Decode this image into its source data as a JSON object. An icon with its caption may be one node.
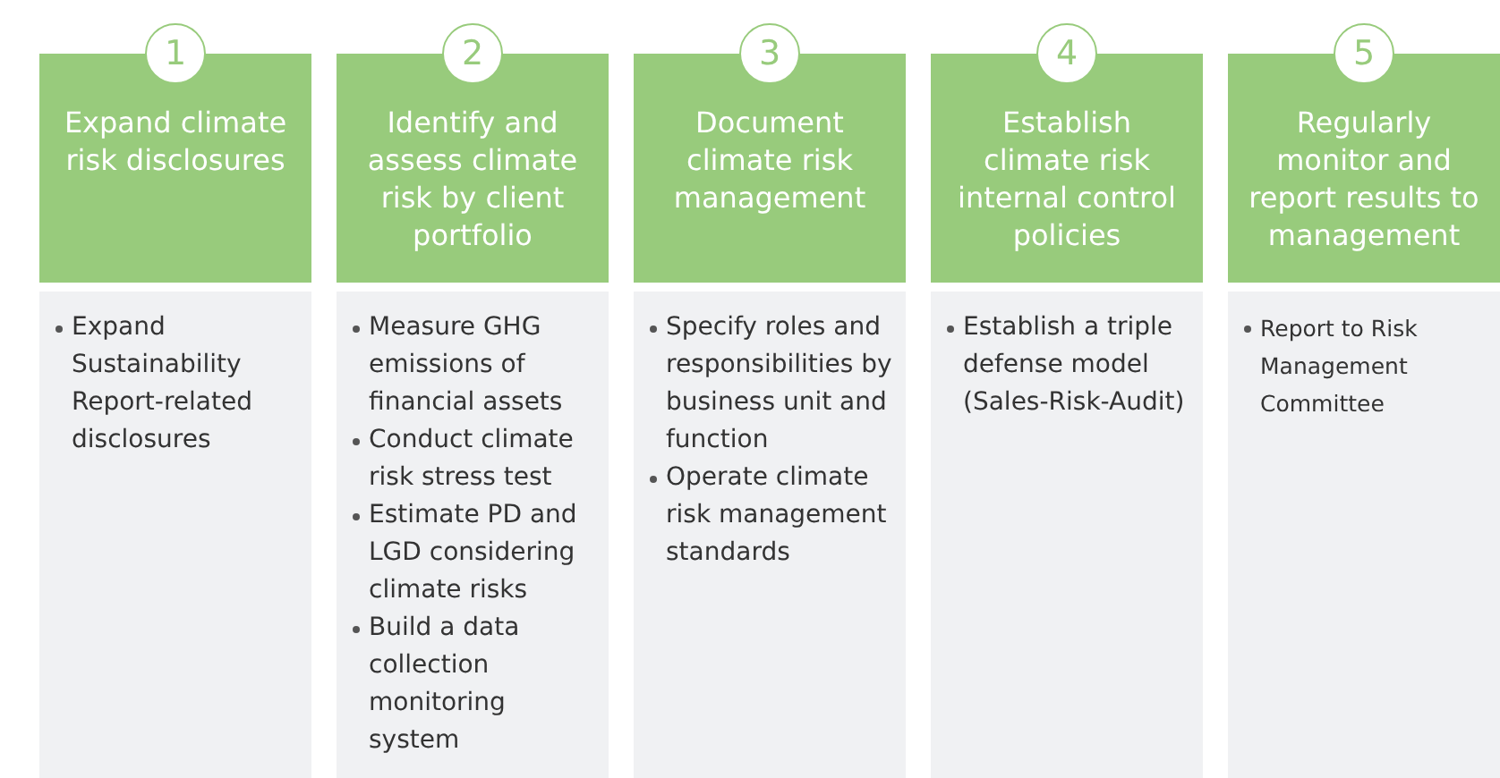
{
  "diagram": {
    "nodes": [
      {
        "text": [
          "1"
        ]
      },
      {
        "text": [
          "Expand climate risk disclosures"
        ]
      },
      {
        "text": [
          "Expand Sustainability Report-related disclosures"
        ]
      },
      {
        "text": [
          "2"
        ]
      },
      {
        "text": [
          "Identify and assess climate risk by client portfolio"
        ]
      },
      {
        "text": [
          "Measure GHG emissions of financial assets",
          "Conduct climate risk stress test",
          "Estimate PD and LGD considering climate risks",
          "Build a data collection monitoring system"
        ]
      },
      {
        "text": [
          "3"
        ]
      },
      {
        "text": [
          "Document climate risk management"
        ]
      },
      {
        "text": [
          "Specify roles and responsibilities by business unit and function",
          "Operate climate risk management standards"
        ]
      },
      {
        "text": [
          "4"
        ]
      },
      {
        "text": [
          "Establish climate risk internal control policies"
        ]
      },
      {
        "text": [
          "Establish a triple defense model (Sales-Risk-Audit)"
        ]
      },
      {
        "text": [
          "5"
        ]
      },
      {
        "text": [
          "Regularly monitor and report results to management"
        ]
      },
      {
        "text": [
          "Report to Risk Management Committee"
        ]
      }
    ]
  }
}
